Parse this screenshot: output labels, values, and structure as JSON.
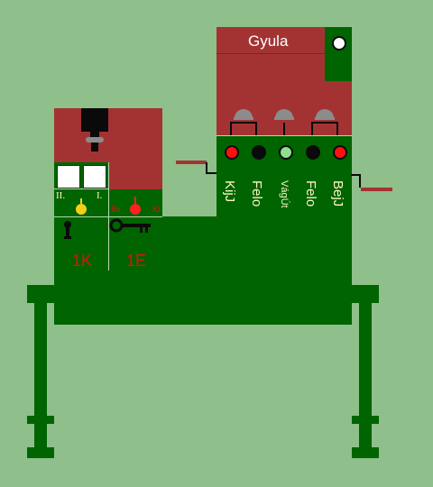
{
  "left_panel": {
    "switch_labels": {
      "left": "II.",
      "right": "I."
    },
    "lamp_labels": {
      "on": "Be",
      "off": "Ki"
    },
    "codes": {
      "left": "1K",
      "right": "1E"
    },
    "colors": {
      "yellow": "#f2d017",
      "red": "#ff2020"
    }
  },
  "signal_panel": {
    "title": "Gyula",
    "lamps": [
      {
        "label": "KijJ",
        "color": "#ff1010"
      },
      {
        "label": "Felo",
        "color": "#0a0a0a"
      },
      {
        "label": "VágÚt",
        "color": "#8fe08a"
      },
      {
        "label": "Felo",
        "color": "#0a0a0a"
      },
      {
        "label": "BejJ",
        "color": "#ff1010"
      }
    ]
  },
  "colors": {
    "background": "#8fbf8a",
    "panel_green": "#006400",
    "panel_red": "#a33333"
  }
}
